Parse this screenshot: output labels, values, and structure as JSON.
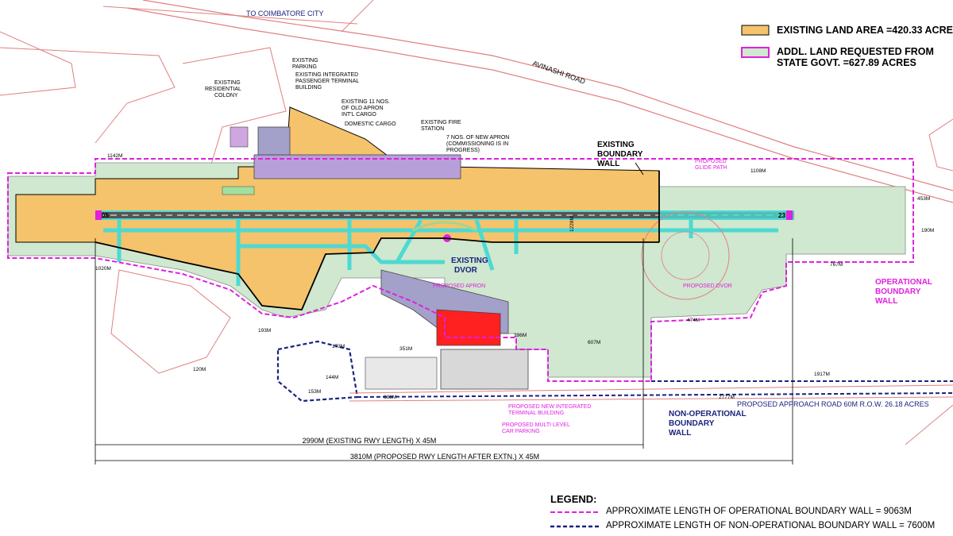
{
  "header": {
    "to_city": "TO COIMBATORE CITY",
    "road": "AVINASHI ROAD"
  },
  "top_legend": [
    {
      "label": "EXISTING LAND AREA =420.33 ACRES",
      "fill": "#f5c36b",
      "stroke": "#000000"
    },
    {
      "label_1": "ADDL. LAND REQUESTED FROM",
      "label_2": "STATE GOVT.   =627.89 ACRES",
      "fill": "#c8e6c9",
      "stroke": "#e020e0"
    }
  ],
  "labels": {
    "existing_boundary_wall_1": "EXISTING",
    "existing_boundary_wall_2": "BOUNDARY",
    "existing_boundary_wall_3": "WALL",
    "operational_boundary_1": "OPERATIONAL",
    "operational_boundary_2": "BOUNDARY",
    "operational_boundary_3": "WALL",
    "non_operational_1": "NON-OPERATIONAL",
    "non_operational_2": "BOUNDARY",
    "non_operational_3": "WALL",
    "existing_dvor_1": "EXISTING",
    "existing_dvor_2": "DVOR",
    "proposed_dvor": "PROPOSED DVOR",
    "proposed_glide_path_1": "PROPOSED",
    "proposed_glide_path_2": "GLIDE PATH",
    "existing_parking_1": "EXISTING",
    "existing_parking_2": "PARKING",
    "existing_terminal_1": "EXISTING INTEGRATED",
    "existing_terminal_2": "PASSENGER TERMINAL",
    "existing_terminal_3": "BUILDING",
    "existing_residential_1": "EXISTING",
    "existing_residential_2": "RESIDENTIAL",
    "existing_residential_3": "COLONY",
    "old_apron_1": "EXISTING 11 NOS.",
    "old_apron_2": "OF OLD APRON",
    "intl_cargo": "INT'L CARGO",
    "domestic_cargo": "DOMESTIC CARGO",
    "fire_station_1": "EXISTING FIRE",
    "fire_station_2": "STATION",
    "new_apron_1": "7 NOS. OF NEW APRON",
    "new_apron_2": "(COMMISSIONING IS IN",
    "new_apron_3": "PROGRESS)",
    "proposed_apron": "PROPOSED APRON",
    "proposed_terminal_1": "PROPOSED NEW INTEGRATED",
    "proposed_terminal_2": "TERMINAL BUILDING",
    "multilevel_parking_1": "PROPOSED MULTI LEVEL",
    "multilevel_parking_2": "CAR PARKING",
    "approach_road": "PROPOSED APPROACH ROAD 60M R.O.W. 26.18 ACRES",
    "existing_rwy": "2990M (EXISTING RWY LENGTH) X 45M",
    "proposed_rwy": "3810M (PROPOSED RWY LENGTH AFTER EXTN.) X 45M",
    "rwy_left": "05",
    "rwy_right": "23"
  },
  "dimensions": [
    "1142M",
    "1108M",
    "1020M",
    "190M",
    "767M",
    "474M",
    "607M",
    "1917M",
    "2777M",
    "688M",
    "120M",
    "453M",
    "193M",
    "173M",
    "144M",
    "153M",
    "351M",
    "196M",
    "1228M"
  ],
  "legend": {
    "title": "LEGEND:",
    "operational": "APPROXIMATE LENGTH OF OPERATIONAL  BOUNDARY WALL = 9063M",
    "non_operational": "APPROXIMATE LENGTH OF NON-OPERATIONAL  BOUNDARY WALL = 7600M",
    "operational_color": "#e020e0",
    "non_operational_color": "#1a237e"
  },
  "colors": {
    "existing_land": "#f5c36b",
    "additional_land": "#cfe8cf",
    "taxiway": "#4dd9d2",
    "runway": "#555555",
    "terminal_new": "#ff2020",
    "boundary_pink": "#e020e0",
    "boundary_navy": "#1a237e",
    "road_red": "#e08080"
  }
}
